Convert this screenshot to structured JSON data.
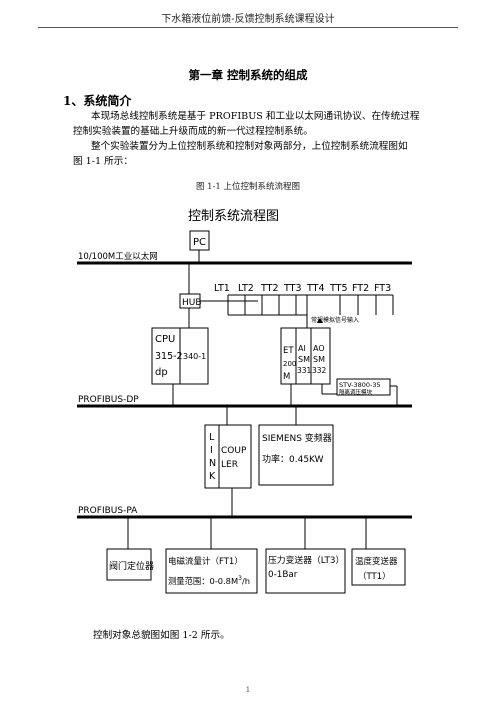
{
  "header": {
    "title": "下水箱液位前馈-反馈控制系统课程设计"
  },
  "chapter": {
    "title": "第一章 控制系统的组成"
  },
  "section": {
    "title": "1、系统简介"
  },
  "paragraphs": [
    {
      "line1": "本现场总线控制系统是基于 PROFIBUS 和工业以太网通讯协议、在传统过程",
      "line2": "控制实验装置的基础上升级而成的新一代过程控制系统。"
    },
    {
      "line1": "整个实验装置分为上位控制系统和控制对象两部分，上位控制系统流程图如",
      "line2": "图 1-1 所示："
    }
  ],
  "figure": {
    "caption": "图 1-1   上位控制系统流程图",
    "title": "控制系统流程图",
    "pc": "PC",
    "ethernet": "10/100M工业以太网",
    "hub": "HUB",
    "signals": [
      "LT1",
      "LT2",
      "TT2",
      "TT3",
      "TT4",
      "TT5",
      "FT2",
      "FT3"
    ],
    "signal_note": "常规模拟信号输入",
    "cpu": {
      "line1": "CPU",
      "line2": "315-2",
      "line3": "dp",
      "side": "340-1"
    },
    "et": {
      "l1": "ET",
      "l2": "200",
      "l3": "M"
    },
    "ai331": {
      "l1": "AI",
      "l2": "SM",
      "l3": "331"
    },
    "ao332": {
      "l1": "AO",
      "l2": "SM",
      "l3": "332"
    },
    "stv": {
      "line1": "STV-3800-35",
      "line2": "隔离调压模块"
    },
    "profibus_dp": "PROFIBUS-DP",
    "link": [
      "L",
      "I",
      "N",
      "K"
    ],
    "coupler": {
      "line1": "COUP",
      "line2": "LER"
    },
    "siemens": {
      "line1": "SIEMENS 变频器",
      "line2": "功率：0.45KW"
    },
    "profibus_pa": "PROFIBUS-PA",
    "valve": "阀门定位器",
    "flowmeter": {
      "line1": "电磁流量计（FT1）",
      "line2": "测量范围：0-0.8M",
      "sup": "3",
      "unit": "/h"
    },
    "pressure": {
      "line1": "压力变送器（LT3）",
      "line2": "0-1Bar"
    },
    "temperature": {
      "line1": "温度变送器",
      "line2": "（TT1）"
    }
  },
  "bottom_text": "控制对象总貌图如图 1-2 所示。",
  "page_number": "1"
}
